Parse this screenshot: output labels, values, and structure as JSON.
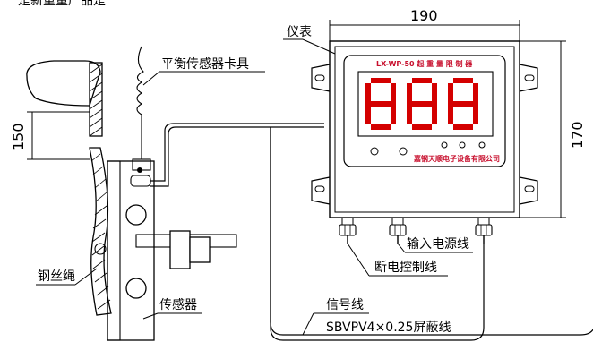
{
  "labels": {
    "instrument": "仪表",
    "sensor_clip": "平衡传感器卡具",
    "wire_rope": "钢丝绳",
    "sensor": "传感器",
    "power_line": "输入电源线",
    "cutoff_line": "断电控制线",
    "signal_line": "信号线",
    "cable_spec": "SBVPV4×0.25屏蔽线",
    "top_fragment": "是新重量产品是"
  },
  "dimensions": {
    "width": "190",
    "height": "170",
    "offset": "150"
  },
  "meter": {
    "model": "LX-WP-50 起 重 量 限 制 器",
    "display": "888",
    "maker": "嘉钢天顺电子设备有限公司",
    "indicators": [
      "",
      "",
      " "
    ]
  },
  "colors": {
    "digit": "#d40000",
    "line": "#000000"
  }
}
